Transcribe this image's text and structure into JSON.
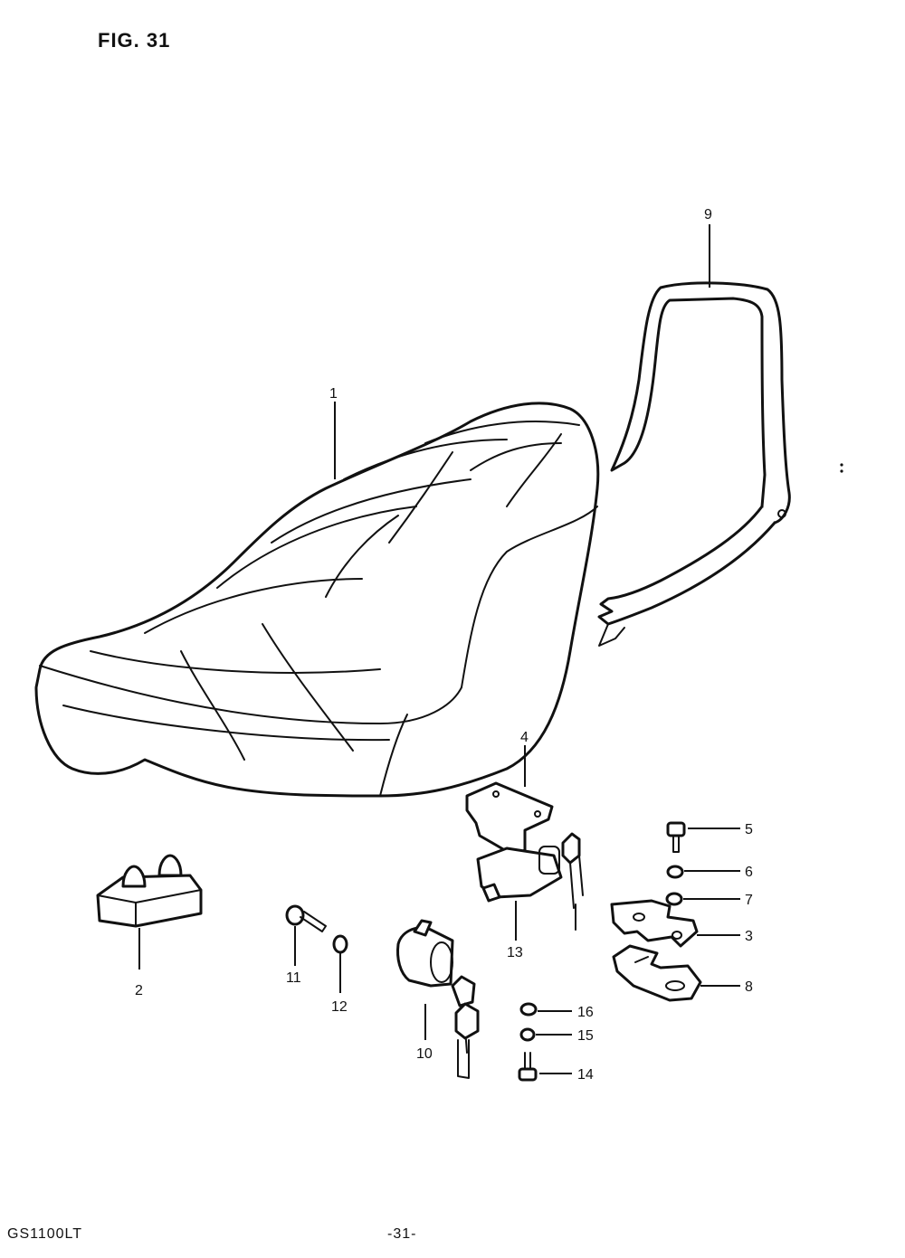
{
  "figure": {
    "title": "FIG. 31"
  },
  "footer": {
    "model": "GS1100LT",
    "page": "-31-"
  },
  "callouts": [
    {
      "id": "callout-1",
      "label": "1"
    },
    {
      "id": "callout-2",
      "label": "2"
    },
    {
      "id": "callout-3",
      "label": "3"
    },
    {
      "id": "callout-4",
      "label": "4"
    },
    {
      "id": "callout-5",
      "label": "5"
    },
    {
      "id": "callout-6",
      "label": "6"
    },
    {
      "id": "callout-7",
      "label": "7"
    },
    {
      "id": "callout-8",
      "label": "8"
    },
    {
      "id": "callout-9",
      "label": "9"
    },
    {
      "id": "callout-10",
      "label": "10"
    },
    {
      "id": "callout-11",
      "label": "11"
    },
    {
      "id": "callout-12",
      "label": "12"
    },
    {
      "id": "callout-13",
      "label": "13"
    },
    {
      "id": "callout-14",
      "label": "14"
    },
    {
      "id": "callout-15",
      "label": "15"
    },
    {
      "id": "callout-16",
      "label": "16"
    }
  ]
}
